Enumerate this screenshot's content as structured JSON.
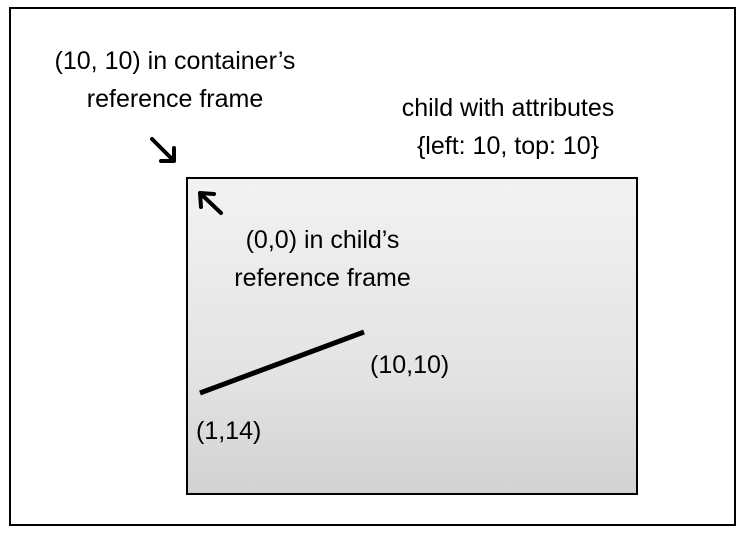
{
  "labels": {
    "container_point_line1": "(10, 10) in container’s",
    "container_point_line2": "reference frame",
    "child_attr_line1": "child with attributes",
    "child_attr_line2": "{left: 10, top: 10}",
    "child_origin_line1": "(0,0) in child’s",
    "child_origin_line2": "reference frame",
    "line_end": "(10,10)",
    "line_start": "(1,14)"
  },
  "icons": {
    "container_arrow": "arrow-down-right-icon",
    "child_arrow": "arrow-up-left-icon"
  }
}
